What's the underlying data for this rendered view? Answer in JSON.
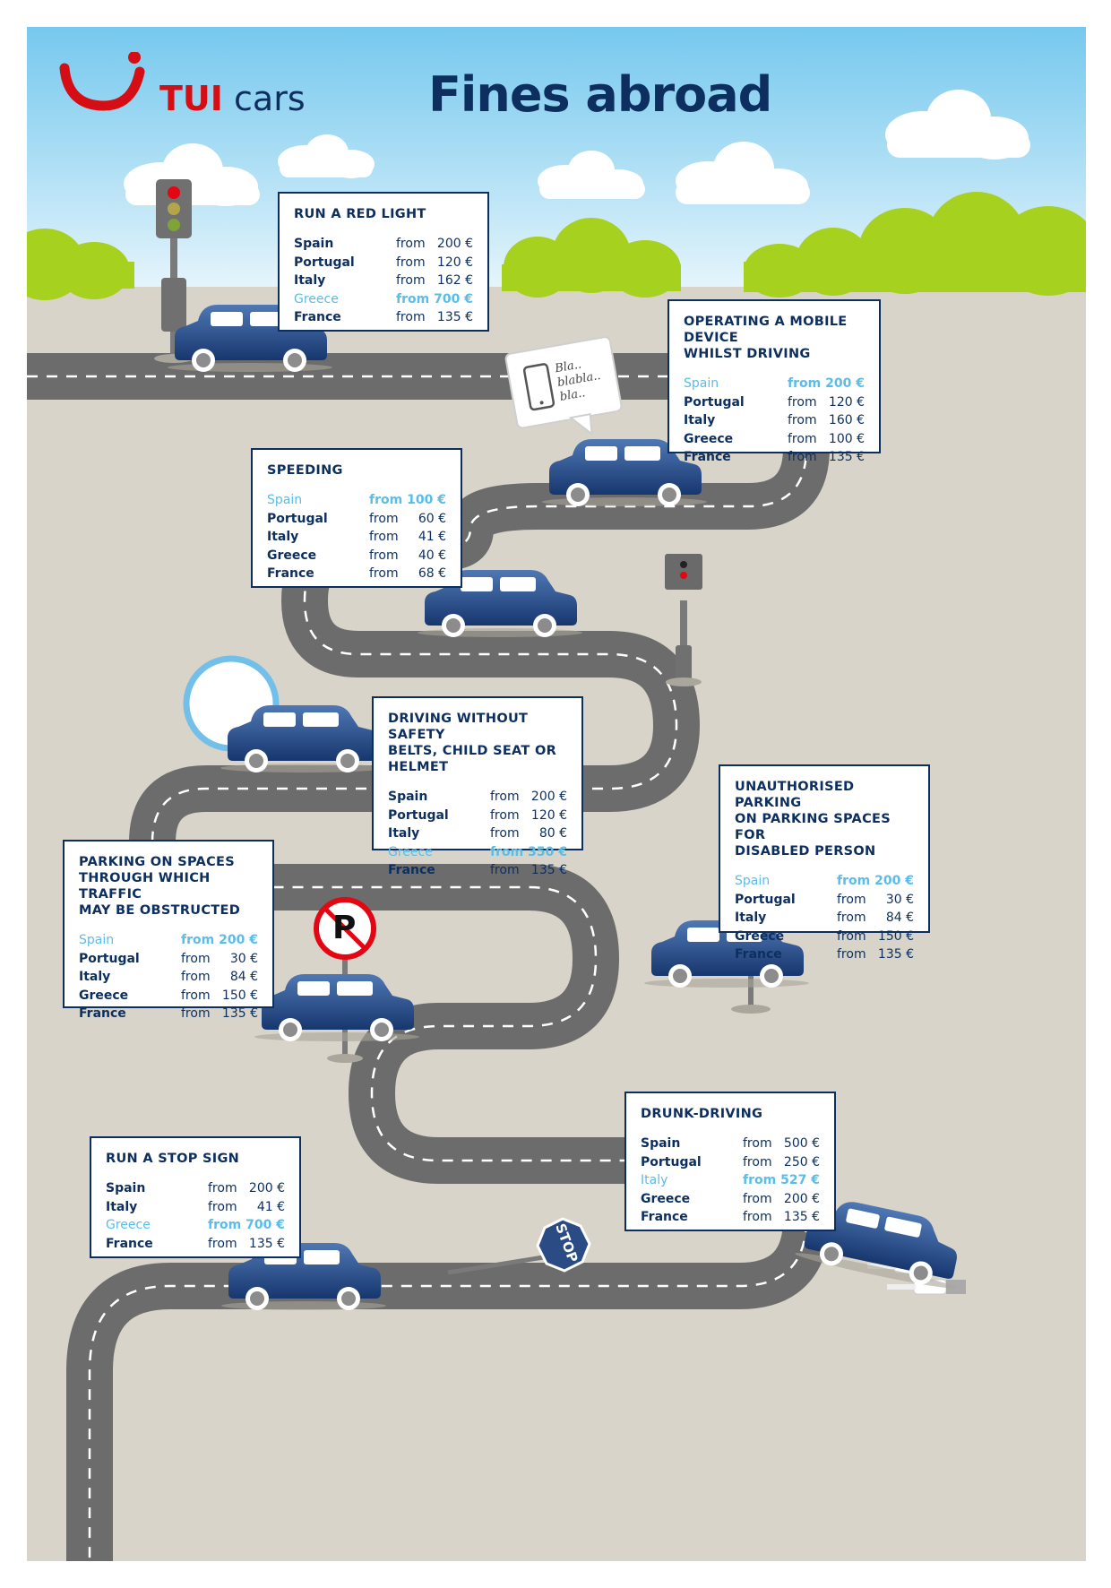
{
  "header": {
    "title": "Fines abroad",
    "logo": {
      "brand": "TUI",
      "product": "cars"
    }
  },
  "colors": {
    "brand_red": "#d40e14",
    "navy": "#0d2f5f",
    "highlight": "#5bbde6",
    "car_blue": "#3b5f9a",
    "road": "#6c6c6c",
    "ground": "#d8d4ca"
  },
  "fines": [
    {
      "id": "red-light",
      "title": "RUN A RED LIGHT",
      "rows": [
        {
          "country": "Spain",
          "from": "from",
          "amount": "200 €",
          "highlight": false
        },
        {
          "country": "Portugal",
          "from": "from",
          "amount": "120 €",
          "highlight": false
        },
        {
          "country": "Italy",
          "from": "from",
          "amount": "162 €",
          "highlight": false
        },
        {
          "country": "Greece",
          "from": "from",
          "amount": "700 €",
          "highlight": true
        },
        {
          "country": "France",
          "from": "from",
          "amount": "135 €",
          "highlight": false
        }
      ]
    },
    {
      "id": "mobile-device",
      "title": "OPERATING A MOBILE DEVICE\nWHILST DRIVING",
      "rows": [
        {
          "country": "Spain",
          "from": "from",
          "amount": "200 €",
          "highlight": true
        },
        {
          "country": "Portugal",
          "from": "from",
          "amount": "120 €",
          "highlight": false
        },
        {
          "country": "Italy",
          "from": "from",
          "amount": "160 €",
          "highlight": false
        },
        {
          "country": "Greece",
          "from": "from",
          "amount": "100 €",
          "highlight": false
        },
        {
          "country": "France",
          "from": "from",
          "amount": "135 €",
          "highlight": false
        }
      ]
    },
    {
      "id": "speeding",
      "title": "SPEEDING",
      "rows": [
        {
          "country": "Spain",
          "from": "from",
          "amount": "100 €",
          "highlight": true
        },
        {
          "country": "Portugal",
          "from": "from",
          "amount": "60 €",
          "highlight": false
        },
        {
          "country": "Italy",
          "from": "from",
          "amount": "41 €",
          "highlight": false
        },
        {
          "country": "Greece",
          "from": "from",
          "amount": "40 €",
          "highlight": false
        },
        {
          "country": "France",
          "from": "from",
          "amount": "68 €",
          "highlight": false
        }
      ]
    },
    {
      "id": "safety-belts",
      "title": "DRIVING WITHOUT SAFETY\nBELTS, CHILD SEAT OR HELMET",
      "rows": [
        {
          "country": "Spain",
          "from": "from",
          "amount": "200 €",
          "highlight": false
        },
        {
          "country": "Portugal",
          "from": "from",
          "amount": "120 €",
          "highlight": false
        },
        {
          "country": "Italy",
          "from": "from",
          "amount": "80 €",
          "highlight": false
        },
        {
          "country": "Greece",
          "from": "from",
          "amount": "350 €",
          "highlight": true
        },
        {
          "country": "France",
          "from": "from",
          "amount": "135 €",
          "highlight": false
        }
      ]
    },
    {
      "id": "disabled-parking",
      "title": "UNAUTHORISED PARKING\nON PARKING SPACES FOR\nDISABLED PERSON",
      "rows": [
        {
          "country": "Spain",
          "from": "from",
          "amount": "200 €",
          "highlight": true
        },
        {
          "country": "Portugal",
          "from": "from",
          "amount": "30 €",
          "highlight": false
        },
        {
          "country": "Italy",
          "from": "from",
          "amount": "84 €",
          "highlight": false
        },
        {
          "country": "Greece",
          "from": "from",
          "amount": "150 €",
          "highlight": false
        },
        {
          "country": "France",
          "from": "from",
          "amount": "135 €",
          "highlight": false
        }
      ]
    },
    {
      "id": "obstructed-parking",
      "title": "PARKING ON SPACES\nTHROUGH WHICH TRAFFIC\nMAY BE OBSTRUCTED",
      "rows": [
        {
          "country": "Spain",
          "from": "from",
          "amount": "200 €",
          "highlight": true
        },
        {
          "country": "Portugal",
          "from": "from",
          "amount": "30 €",
          "highlight": false
        },
        {
          "country": "Italy",
          "from": "from",
          "amount": "84 €",
          "highlight": false
        },
        {
          "country": "Greece",
          "from": "from",
          "amount": "150 €",
          "highlight": false
        },
        {
          "country": "France",
          "from": "from",
          "amount": "135 €",
          "highlight": false
        }
      ]
    },
    {
      "id": "drunk-driving",
      "title": "DRUNK-DRIVING",
      "rows": [
        {
          "country": "Spain",
          "from": "from",
          "amount": "500 €",
          "highlight": false
        },
        {
          "country": "Portugal",
          "from": "from",
          "amount": "250 €",
          "highlight": false
        },
        {
          "country": "Italy",
          "from": "from",
          "amount": "527 €",
          "highlight": true
        },
        {
          "country": "Greece",
          "from": "from",
          "amount": "200 €",
          "highlight": false
        },
        {
          "country": "France",
          "from": "from",
          "amount": "135 €",
          "highlight": false
        }
      ]
    },
    {
      "id": "stop-sign",
      "title": "RUN A STOP SIGN",
      "rows": [
        {
          "country": "Spain",
          "from": "from",
          "amount": "200 €",
          "highlight": false
        },
        {
          "country": "Italy",
          "from": "from",
          "amount": "41 €",
          "highlight": false
        },
        {
          "country": "Greece",
          "from": "from",
          "amount": "700 €",
          "highlight": true
        },
        {
          "country": "France",
          "from": "from",
          "amount": "135 €",
          "highlight": false
        }
      ]
    }
  ],
  "scenery": {
    "speech_bubble": [
      "Bla..",
      "blabla..",
      "bla.."
    ],
    "stop_sign": "STOP",
    "parking_sign_letter": "P",
    "no_parking_letter": "P",
    "icons": [
      "traffic-light-icon",
      "phone-icon",
      "speed-camera-icon",
      "empty-round-sign-icon",
      "disabled-parking-sign-icon",
      "no-parking-sign-icon",
      "stop-sign-icon",
      "bottle-icon",
      "car-icon",
      "cloud-icon",
      "bush-icon"
    ]
  }
}
